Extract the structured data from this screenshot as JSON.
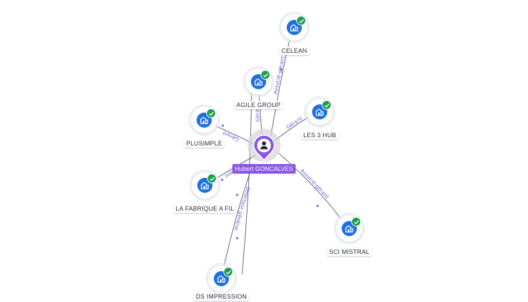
{
  "person": {
    "name": "Hubert GONCALVES",
    "icon": "person-icon",
    "color": "#8a56e2"
  },
  "companies": [
    {
      "id": "celean",
      "name": "CELEAN",
      "icon": "building-icon",
      "verified": true
    },
    {
      "id": "agile-group",
      "name": "AGILE GROUP",
      "icon": "building-icon",
      "verified": true
    },
    {
      "id": "plusimple",
      "name": "PLUSIMPLE",
      "icon": "building-icon",
      "verified": true
    },
    {
      "id": "les-3-hub",
      "name": "LES 3 HUB",
      "icon": "building-icon",
      "verified": true
    },
    {
      "id": "la-fabrique-a-fil",
      "name": "LA FABRIQUE A FIL",
      "icon": "building-icon",
      "verified": true
    },
    {
      "id": "sci-mistral",
      "name": "SCI MISTRAL",
      "icon": "building-icon",
      "verified": true
    },
    {
      "id": "ds-impression",
      "name": "DS IMPRESSION",
      "icon": "building-icon",
      "verified": true
    }
  ],
  "relations": [
    {
      "to": "celean",
      "label": "Associé-gérant"
    },
    {
      "to": "agile-group",
      "label": "Gérant"
    },
    {
      "to": "plusimple",
      "label": "Gérant"
    },
    {
      "to": "les-3-hub",
      "label": "Gérant"
    },
    {
      "to": "la-fabrique-a-fil",
      "label": "Président"
    },
    {
      "to": "sci-mistral",
      "label": "Associé-gérant"
    },
    {
      "to": "ds-impression",
      "label": "Directeur général"
    }
  ],
  "colors": {
    "company": "#1e6fe0",
    "verified": "#1e9e4a",
    "edge": "#3b3f5c",
    "edge_label": "#6b5fd6"
  }
}
